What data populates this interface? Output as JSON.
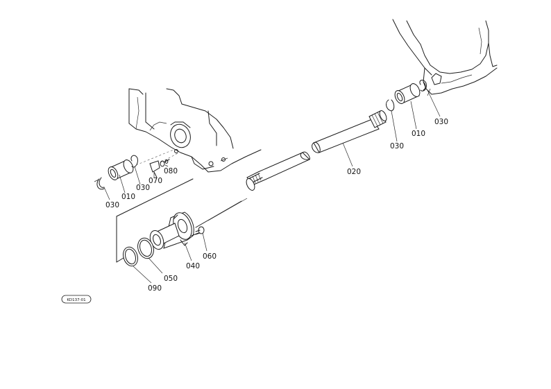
{
  "diagram": {
    "part_labels": [
      {
        "id": "lbl-010-left",
        "text": "010"
      },
      {
        "id": "lbl-030-left-a",
        "text": "030"
      },
      {
        "id": "lbl-030-left-b",
        "text": "030"
      },
      {
        "id": "lbl-070",
        "text": "070"
      },
      {
        "id": "lbl-080",
        "text": "080"
      },
      {
        "id": "lbl-020",
        "text": "020"
      },
      {
        "id": "lbl-030-right-a",
        "text": "030"
      },
      {
        "id": "lbl-010-right",
        "text": "010"
      },
      {
        "id": "lbl-030-right-b",
        "text": "030"
      },
      {
        "id": "lbl-040",
        "text": "040"
      },
      {
        "id": "lbl-060",
        "text": "060"
      },
      {
        "id": "lbl-050",
        "text": "050"
      },
      {
        "id": "lbl-090",
        "text": "090"
      }
    ],
    "reference_code": "KD137-01"
  }
}
